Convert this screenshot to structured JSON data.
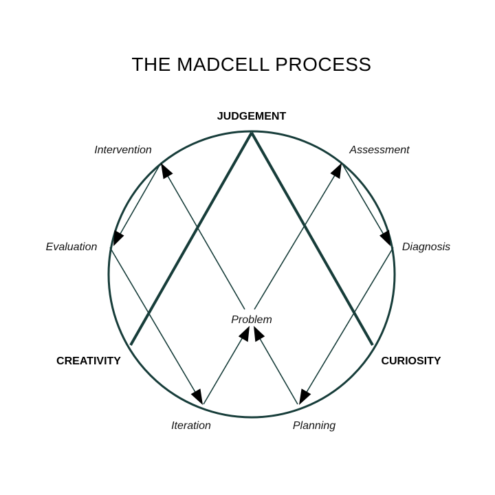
{
  "title": "THE MADCELL PROCESS",
  "major_labels": {
    "judgement": "JUDGEMENT",
    "creativity": "CREATIVITY",
    "curiosity": "CURIOSITY"
  },
  "minor_labels": {
    "intervention": "Intervention",
    "assessment": "Assessment",
    "evaluation": "Evaluation",
    "diagnosis": "Diagnosis",
    "problem": "Problem",
    "iteration": "Iteration",
    "planning": "Planning"
  },
  "colors": {
    "line": "#173d3a",
    "text": "#000000"
  }
}
